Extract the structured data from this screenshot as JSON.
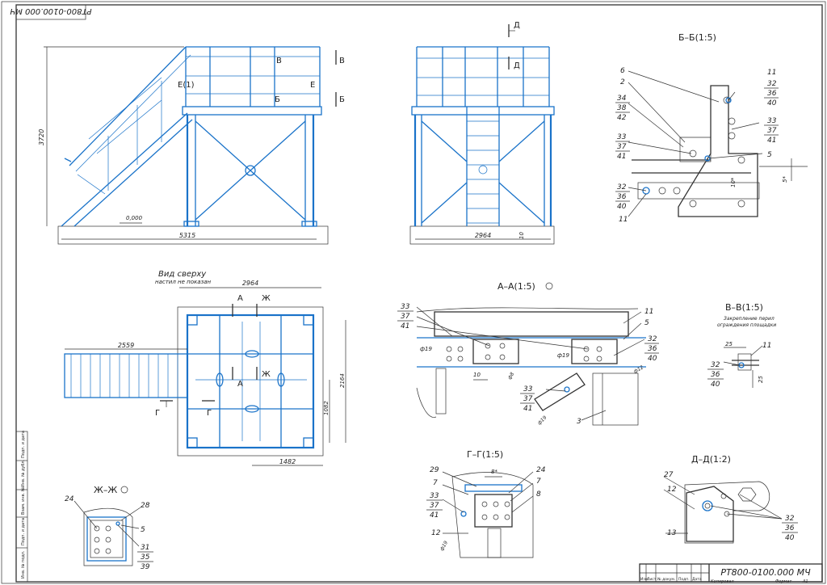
{
  "sheet": {
    "stamp_code": "РТ800-0100.000 МЧ",
    "title_code": "РТ800-0100.000 МЧ",
    "format_label": "Формат",
    "format_value": "А1",
    "copied_label": "Копировал",
    "title_block_cols": [
      "Изм.",
      "Лист",
      "№ докум.",
      "Подп.",
      "Дата"
    ],
    "side_stamp_cells": [
      "Инв. № подл.",
      "Подп. и дата",
      "Взам. инв. №",
      "Инв. № дубл.",
      "Подп. и дата"
    ]
  },
  "front_view": {
    "height_dim": "3720",
    "width_dim": "5315",
    "level_mark": "0,000",
    "cut_b1": "В",
    "cut_b2": "В",
    "cut_e1": "Е(1)",
    "cut_e2": "Е",
    "cut_bb1": "Б",
    "cut_bb2": "Б"
  },
  "side_view": {
    "width_dim": "2964",
    "small_dim": "10",
    "cut_d1": "Д",
    "cut_d2": "Д"
  },
  "top_view": {
    "title": "Вид сверху",
    "subtitle": "настил не показан",
    "top_dim": "2964",
    "stair_dim": "2559",
    "right_dim1": "2164",
    "right_dim2": "1082",
    "bottom_dim": "1482",
    "cut_a1": "А",
    "cut_a2": "А",
    "cut_zh1": "Ж",
    "cut_zh2": "Ж",
    "cut_g1": "Г",
    "cut_g2": "Г"
  },
  "section_bb": {
    "title": "Б–Б(1:5)",
    "labels": [
      "6",
      "2",
      "34",
      "38",
      "42",
      "33",
      "37",
      "41",
      "32",
      "36",
      "40",
      "11",
      "11",
      "32",
      "36",
      "40",
      "33",
      "37",
      "41",
      "5"
    ],
    "dim1": "10*",
    "dim2": "5*"
  },
  "section_aa": {
    "title": "А–А(1:5)",
    "labels": [
      "33",
      "37",
      "41",
      "11",
      "5",
      "32",
      "36",
      "40",
      "33",
      "37",
      "41",
      "3"
    ],
    "phi1": "ф19",
    "phi2": "ф19",
    "phi3": "ф12",
    "phi4": "ф8",
    "phi5": "ф19",
    "dim": "10"
  },
  "section_vv": {
    "title": "В–В(1:5)",
    "subtitle1": "Закрепление перил",
    "subtitle2": "ограждения площадки",
    "labels": [
      "11",
      "32",
      "36",
      "40"
    ],
    "dim1": "25",
    "dim2": "25"
  },
  "section_gg": {
    "title": "Г–Г(1:5)",
    "labels": [
      "29",
      "7",
      "33",
      "37",
      "41",
      "12",
      "24",
      "7",
      "8"
    ],
    "dim": "8*",
    "phi": "ф19"
  },
  "section_dd": {
    "title": "Д–Д(1:2)",
    "labels": [
      "27",
      "12",
      "13",
      "32",
      "36",
      "40"
    ]
  },
  "section_zhzh": {
    "title": "Ж–Ж",
    "labels": [
      "24",
      "28",
      "5",
      "31",
      "35",
      "39"
    ]
  }
}
